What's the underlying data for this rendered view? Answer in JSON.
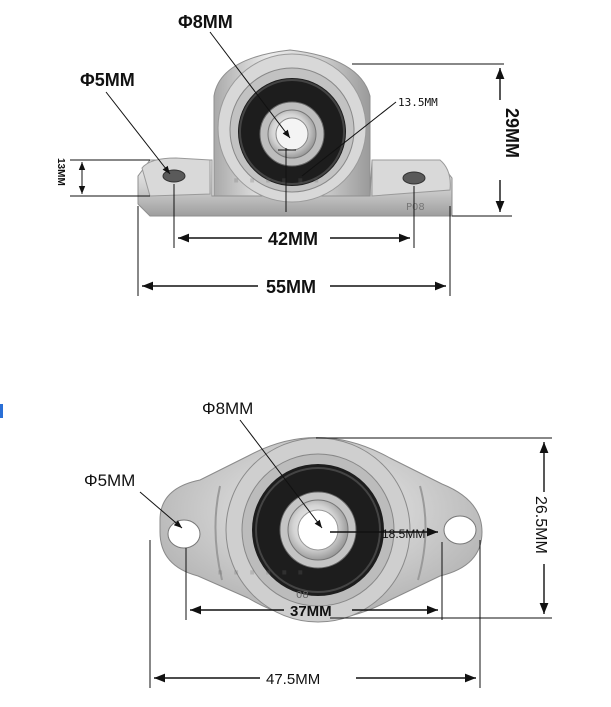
{
  "top_view": {
    "bore": "Φ8MM",
    "mount_hole": "Φ5MM",
    "center_height": "13.5MM",
    "total_height": "29MM",
    "base_height": "13MM",
    "hole_spacing": "42MM",
    "total_length": "55MM",
    "housing_mark": "P08"
  },
  "bottom_view": {
    "bore": "Φ8MM",
    "mount_hole": "Φ5MM",
    "center_offset": "18.5MM",
    "height": "26.5MM",
    "hole_spacing": "37MM",
    "total_length": "47.5MM",
    "housing_mark": "08"
  },
  "colors": {
    "metal_light": "#e2e2e2",
    "metal_mid": "#b8b8b8",
    "metal_dark": "#8a8a8a",
    "bearing_black": "#1d1d1d",
    "line": "#111111",
    "accent_mark": "#2a6fd6"
  }
}
